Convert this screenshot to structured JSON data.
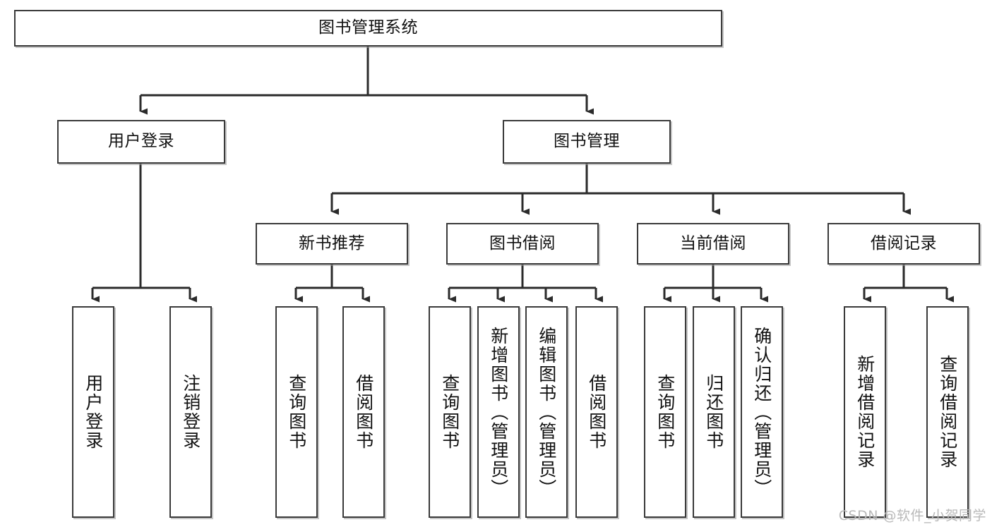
{
  "diagram": {
    "title": "图书管理系统",
    "type": "tree",
    "root": {
      "label": "图书管理系统"
    },
    "level2": [
      {
        "label": "用户登录"
      },
      {
        "label": "图书管理"
      }
    ],
    "level3": [
      {
        "label": "新书推荐"
      },
      {
        "label": "图书借阅"
      },
      {
        "label": "当前借阅"
      },
      {
        "label": "借阅记录"
      }
    ],
    "leaves": [
      {
        "label": "用户登录"
      },
      {
        "label": "注销登录"
      },
      {
        "label": "查询图书"
      },
      {
        "label": "借阅图书"
      },
      {
        "label": "查询图书"
      },
      {
        "label": "新增图书（管理员）"
      },
      {
        "label": "编辑图书（管理员）"
      },
      {
        "label": "借阅图书"
      },
      {
        "label": "查询图书"
      },
      {
        "label": "归还图书"
      },
      {
        "label": "确认归还（管理员）"
      },
      {
        "label": "新增借阅记录"
      },
      {
        "label": "查询借阅记录"
      }
    ]
  },
  "watermark": {
    "text": "CSDN @软件_小贺同学"
  },
  "colors": {
    "box_border": "#3a3a3a",
    "box_fill": "#ffffff",
    "line": "#2b2b2b",
    "text": "#111111",
    "watermark": "#b9b9b9",
    "background": "#ffffff"
  }
}
